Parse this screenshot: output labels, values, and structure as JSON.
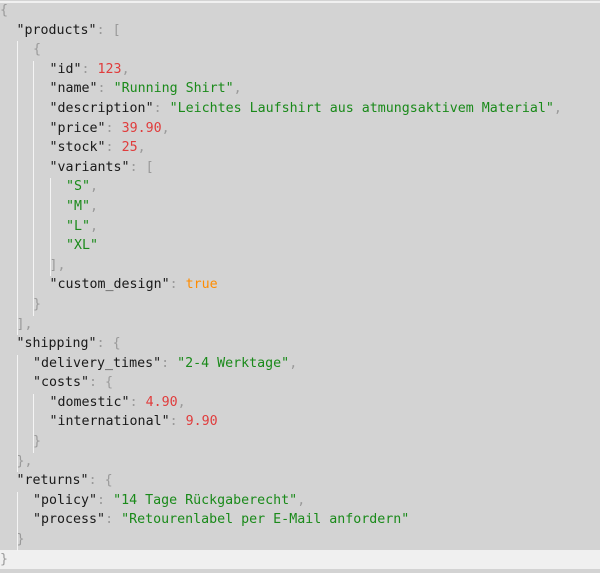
{
  "colors": {
    "background": "#d3d3d3",
    "key": "#1a1a1a",
    "punctuation": "#9a9a9a",
    "string": "#1a8a1a",
    "number": "#e03c3c",
    "boolean": "#ff8c00",
    "indent_guide": "#f4f4f4"
  },
  "json_view": {
    "lines": [
      {
        "indent": 0,
        "tokens": [
          [
            "p",
            "{"
          ]
        ]
      },
      {
        "indent": 1,
        "tokens": [
          [
            "k",
            "\"products\""
          ],
          [
            "p",
            ": ["
          ]
        ]
      },
      {
        "indent": 2,
        "tokens": [
          [
            "p",
            "{"
          ]
        ]
      },
      {
        "indent": 3,
        "tokens": [
          [
            "k",
            "\"id\""
          ],
          [
            "p",
            ": "
          ],
          [
            "n",
            "123"
          ],
          [
            "p",
            ","
          ]
        ]
      },
      {
        "indent": 3,
        "tokens": [
          [
            "k",
            "\"name\""
          ],
          [
            "p",
            ": "
          ],
          [
            "s",
            "\"Running Shirt\""
          ],
          [
            "p",
            ","
          ]
        ]
      },
      {
        "indent": 3,
        "tokens": [
          [
            "k",
            "\"description\""
          ],
          [
            "p",
            ": "
          ],
          [
            "s",
            "\"Leichtes Laufshirt aus atmungsaktivem Material\""
          ],
          [
            "p",
            ","
          ]
        ]
      },
      {
        "indent": 3,
        "tokens": [
          [
            "k",
            "\"price\""
          ],
          [
            "p",
            ": "
          ],
          [
            "n",
            "39.90"
          ],
          [
            "p",
            ","
          ]
        ]
      },
      {
        "indent": 3,
        "tokens": [
          [
            "k",
            "\"stock\""
          ],
          [
            "p",
            ": "
          ],
          [
            "n",
            "25"
          ],
          [
            "p",
            ","
          ]
        ]
      },
      {
        "indent": 3,
        "tokens": [
          [
            "k",
            "\"variants\""
          ],
          [
            "p",
            ": ["
          ]
        ]
      },
      {
        "indent": 4,
        "tokens": [
          [
            "s",
            "\"S\""
          ],
          [
            "p",
            ","
          ]
        ]
      },
      {
        "indent": 4,
        "tokens": [
          [
            "s",
            "\"M\""
          ],
          [
            "p",
            ","
          ]
        ]
      },
      {
        "indent": 4,
        "tokens": [
          [
            "s",
            "\"L\""
          ],
          [
            "p",
            ","
          ]
        ]
      },
      {
        "indent": 4,
        "tokens": [
          [
            "s",
            "\"XL\""
          ]
        ]
      },
      {
        "indent": 3,
        "tokens": [
          [
            "p",
            "],"
          ]
        ]
      },
      {
        "indent": 3,
        "tokens": [
          [
            "k",
            "\"custom_design\""
          ],
          [
            "p",
            ": "
          ],
          [
            "b",
            "true"
          ]
        ]
      },
      {
        "indent": 2,
        "tokens": [
          [
            "p",
            "}"
          ]
        ]
      },
      {
        "indent": 1,
        "tokens": [
          [
            "p",
            "],"
          ]
        ]
      },
      {
        "indent": 1,
        "tokens": [
          [
            "k",
            "\"shipping\""
          ],
          [
            "p",
            ": {"
          ]
        ]
      },
      {
        "indent": 2,
        "tokens": [
          [
            "k",
            "\"delivery_times\""
          ],
          [
            "p",
            ": "
          ],
          [
            "s",
            "\"2-4 Werktage\""
          ],
          [
            "p",
            ","
          ]
        ]
      },
      {
        "indent": 2,
        "tokens": [
          [
            "k",
            "\"costs\""
          ],
          [
            "p",
            ": {"
          ]
        ]
      },
      {
        "indent": 3,
        "tokens": [
          [
            "k",
            "\"domestic\""
          ],
          [
            "p",
            ": "
          ],
          [
            "n",
            "4.90"
          ],
          [
            "p",
            ","
          ]
        ]
      },
      {
        "indent": 3,
        "tokens": [
          [
            "k",
            "\"international\""
          ],
          [
            "p",
            ": "
          ],
          [
            "n",
            "9.90"
          ]
        ]
      },
      {
        "indent": 2,
        "tokens": [
          [
            "p",
            "}"
          ]
        ]
      },
      {
        "indent": 1,
        "tokens": [
          [
            "p",
            "},"
          ]
        ]
      },
      {
        "indent": 1,
        "tokens": [
          [
            "k",
            "\"returns\""
          ],
          [
            "p",
            ": {"
          ]
        ]
      },
      {
        "indent": 2,
        "tokens": [
          [
            "k",
            "\"policy\""
          ],
          [
            "p",
            ": "
          ],
          [
            "s",
            "\"14 Tage Rückgaberecht\""
          ],
          [
            "p",
            ","
          ]
        ]
      },
      {
        "indent": 2,
        "tokens": [
          [
            "k",
            "\"process\""
          ],
          [
            "p",
            ": "
          ],
          [
            "s",
            "\"Retourenlabel per E-Mail anfordern\""
          ]
        ]
      },
      {
        "indent": 1,
        "tokens": [
          [
            "p",
            "}"
          ]
        ]
      },
      {
        "indent": 0,
        "tokens": [
          [
            "p",
            "}"
          ]
        ],
        "last": true
      }
    ],
    "guides": [
      {
        "x": 17,
        "from": 2,
        "to": 16
      },
      {
        "x": 33,
        "from": 3,
        "to": 15
      },
      {
        "x": 50,
        "from": 9,
        "to": 13
      },
      {
        "x": 17,
        "from": 18,
        "to": 23
      },
      {
        "x": 33,
        "from": 20,
        "to": 22
      },
      {
        "x": 17,
        "from": 25,
        "to": 27
      }
    ]
  }
}
